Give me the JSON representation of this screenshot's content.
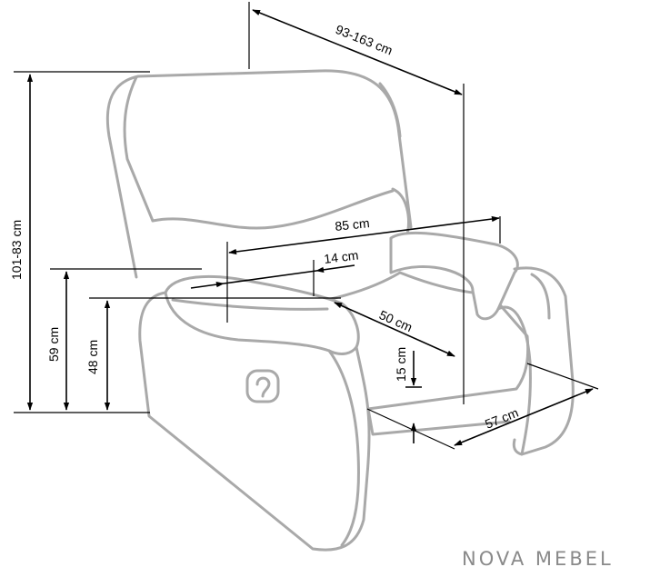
{
  "labels": {
    "depth_extended": "93-163 cm",
    "width": "85 cm",
    "armrest_width": "14 cm",
    "seat_depth": "50 cm",
    "height": "101-83 cm",
    "armrest_height": "59 cm",
    "seat_height": "48 cm",
    "leg_clearance": "15 cm",
    "seat_width": "57 cm"
  },
  "brand": "NOVA MEBEL",
  "colors": {
    "outline": "#a9a9a9",
    "dimension": "#000000",
    "brand": "#8a8a8a"
  }
}
